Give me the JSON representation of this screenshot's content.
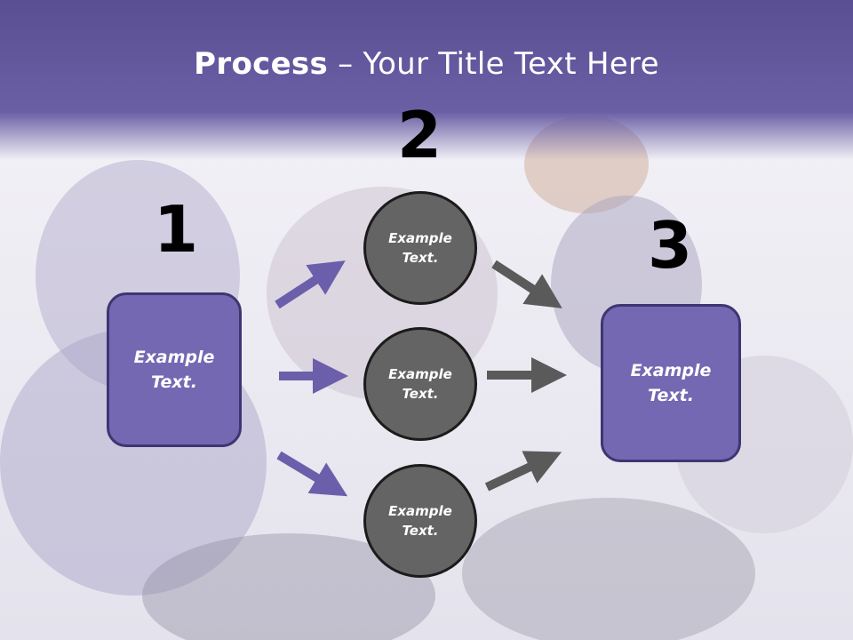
{
  "title": {
    "bold": "Process",
    "rest": " – Your Title Text Here"
  },
  "steps": [
    {
      "number": "1",
      "label": "Example Text."
    },
    {
      "number": "2",
      "labels": [
        "Example Text.",
        "Example Text.",
        "Example Text."
      ]
    },
    {
      "number": "3",
      "label": "Example Text."
    }
  ],
  "colors": {
    "title_band": "#5b4f93",
    "box_fill": "#7468b2",
    "box_border": "#3e3672",
    "circle_fill": "#646464",
    "circle_border": "#1b1b1b",
    "arrow_purple": "#6b5fab",
    "arrow_gray": "#5a5a5a"
  }
}
